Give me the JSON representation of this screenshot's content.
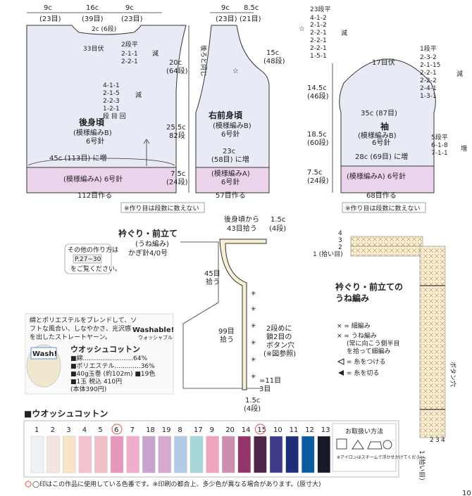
{
  "back": {
    "top_w": [
      "9c",
      "16c",
      "9c"
    ],
    "top_r": [
      "(23目)",
      "(39目)",
      "(23目)"
    ],
    "neck": "2c (6段)",
    "fuse": "33目伏",
    "neck_dec": [
      "2段平",
      "2-1-1",
      "2-2-1"
    ],
    "dec": "減",
    "arm_dec": [
      "4-1-1",
      "2-1-5",
      "2-2-3",
      "1-2-1",
      "段 目 回"
    ],
    "h1": "20c",
    "h1r": "(64段)",
    "h2": "25.5c",
    "h2r": "82段",
    "h3": "7.5c",
    "h3r": "(24段)",
    "title": "後身頃",
    "sub1": "(模様編みB)",
    "sub2": "6号針",
    "inc": "45c (113目) に増",
    "rib": "(模様編みA) 6号針",
    "cast": "112目作る"
  },
  "front": {
    "top_w": [
      "9c",
      "8.5c"
    ],
    "top_r": [
      "(23目)",
      "(21目)"
    ],
    "side": "後ろと同じ",
    "h1": "15c",
    "h1r": "(48段)",
    "title": "右前身頃",
    "sub1": "(模様編みB)",
    "sub2": "6号針",
    "w23": "23c",
    "w23r": "(58目) に増",
    "rib": "(模様編みA)",
    "rib2": "6号針",
    "cast": "57目作る"
  },
  "sleeve": {
    "top": [
      "23段平",
      "4-1-2",
      "2-1-2",
      "2-2-1",
      "2-2-1",
      "2-2-1",
      "1-5-1"
    ],
    "top_dec": "減",
    "stitches17": "17目伏",
    "right": [
      "1段平",
      "2-3-2",
      "2-1-15",
      "2-2-1",
      "2-2-2",
      "2-4-1",
      "1-3-1"
    ],
    "h1": "14.5c",
    "h1r": "(46段)",
    "w35": "35c (87目)",
    "title": "袖",
    "sub1": "(模様編みB)",
    "sub2": "6号針",
    "h2": "18.5c",
    "h2r": "(60段)",
    "inc_r": [
      "5段平",
      "6-1-8",
      "7-1-1"
    ],
    "inc": "増",
    "w28": "28c (69目) に増",
    "rib": "(模様編みA) 6号針",
    "h3": "7.5c",
    "h3r": "(24段)",
    "cast": "68目作る"
  },
  "note1": "※作り目は段数に数えない",
  "note2": "※作り目は段数に数えない",
  "collar": {
    "title": "衿ぐり・前立て",
    "sub1": "(うね編み)",
    "sub2": "かぎ針4/0号",
    "from": "後身頃から",
    "from2": "43目拾う",
    "t15": "1.5c",
    "t15r": "(4段)",
    "p45": "45目",
    "p45b": "拾う",
    "p99": "99目",
    "p99b": "拾う",
    "btn1": "2段めに",
    "btn2": "鎖2目の",
    "btn3": "ボタン穴",
    "btn4": "(※図参照)",
    "e11": "=11目",
    "e3": "3目",
    "b15": "1.5c",
    "b15r": "(4段)"
  },
  "other": {
    "label": "その他の作り方は",
    "pages": "P.27~30",
    "ref": "をご覧ください。"
  },
  "legend": {
    "title1": "衿ぐり・前立ての",
    "title2": "うね編み",
    "k1": "× = 細編み",
    "k2": "× = うね編み",
    "k3": "(常に向こう側半目",
    "k4": "を拾って細編み",
    "k5": "= 糸をつける",
    "k6": "= 糸を切る",
    "rows": [
      "4",
      "3",
      "2",
      "1 (拾い目)"
    ],
    "rows_b": [
      "4",
      "3",
      "2",
      "1 (拾い目)"
    ],
    "btnhole": "ボタン穴"
  },
  "product": {
    "desc1": "綿とポリエステルをブレンドして、ソ",
    "desc2": "フトな風合い、しなやかさ、光沢感",
    "desc3": "を出したストレートヤーン。",
    "badge": "Washable!",
    "badge2": "ウォッシャブル",
    "logo": "Wash!",
    "name": "ウオッシュコットン",
    "s1": "■綿.........................64%",
    "s2": "■ポリエステル.............36%",
    "s3": "■40g玉巻 (約102m) ■19色",
    "s4": "■1玉 税込 410円",
    "s5": "(本体390円)"
  },
  "swatch": {
    "title": "■ウオッシュコットン",
    "nums": [
      "1",
      "2",
      "3",
      "4",
      "5",
      "6",
      "7",
      "18",
      "19",
      "8",
      "17",
      "9",
      "20",
      "14",
      "15",
      "10",
      "11",
      "12",
      "13"
    ],
    "circled": [
      "6",
      "15"
    ],
    "colors": [
      "#ecf2f6",
      "#f3e6e0",
      "#f7e4c9",
      "#f3c2cf",
      "#efc0c5",
      "#e697ba",
      "#f0aecc",
      "#c7a4cb",
      "#d6a9d0",
      "#b3cbe6",
      "#a7d7d9",
      "#efa6bd",
      "#ca8fae",
      "#94356a",
      "#4e2548",
      "#3d3b88",
      "#1f2e76",
      "#0b5ba0",
      "#151a26"
    ],
    "care": "お取扱い方法",
    "care_note": "※アイロンはスチームで浮かせかけてください。",
    "caption": "◯印はこの作品に使用している色番です。※印刷の都合上、多少色が異なる場合があります。(原寸大)",
    "page": "10"
  }
}
